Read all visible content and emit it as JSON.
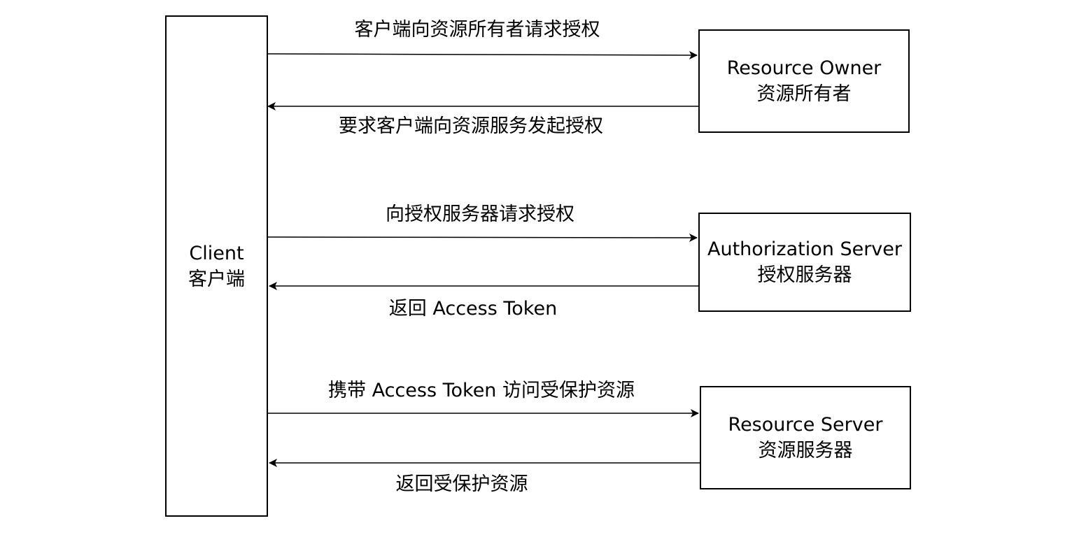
{
  "client": {
    "name": "Client",
    "name_cn": "客户端"
  },
  "resource_owner": {
    "name": "Resource Owner",
    "name_cn": "资源所有者"
  },
  "authorization_server": {
    "name": "Authorization Server",
    "name_cn": "授权服务器"
  },
  "resource_server": {
    "name": "Resource Server",
    "name_cn": "资源服务器"
  },
  "flows": [
    {
      "label": "客户端向资源所有者请求授权",
      "from": "client",
      "to": "resource_owner"
    },
    {
      "label": "要求客户端向资源服务发起授权",
      "from": "resource_owner",
      "to": "client"
    },
    {
      "label": "向授权服务器请求授权",
      "from": "client",
      "to": "authorization_server"
    },
    {
      "label": "返回 Access Token",
      "from": "authorization_server",
      "to": "client"
    },
    {
      "label": "携带 Access Token 访问受保护资源",
      "from": "client",
      "to": "resource_server"
    },
    {
      "label": "返回受保护资源",
      "from": "resource_server",
      "to": "client"
    }
  ]
}
